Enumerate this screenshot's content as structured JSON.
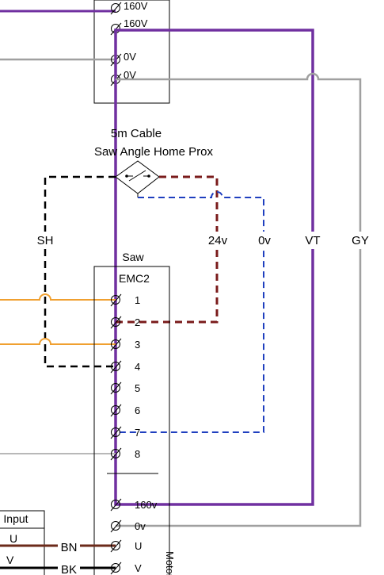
{
  "colors": {
    "violet": "#7030a0",
    "grey": "#a0a0a0",
    "brown": "#7a1b1b",
    "blue": "#1f3fbf",
    "orange": "#f0a030",
    "motor_brown": "#6b2a1a",
    "black": "#000000"
  },
  "top_block": {
    "terminals": [
      "160V",
      "160V",
      "0V",
      "0V"
    ]
  },
  "sensor": {
    "cable_label": "5m Cable",
    "name": "Saw Angle  Home Prox",
    "icon": "proximity-sensor-icon"
  },
  "wires": {
    "sh": "SH",
    "v24": "24v",
    "v0": "0v",
    "vt": "VT",
    "gy": "GY"
  },
  "saw_block": {
    "title": "Saw",
    "module": "EMC2",
    "terminals": [
      "1",
      "2",
      "3",
      "4",
      "5",
      "6",
      "7",
      "8"
    ],
    "supply_terminals": [
      "160v",
      "0v",
      "U",
      "V"
    ],
    "motor_label": "Motor"
  },
  "input_block": {
    "title": "Input",
    "rows": [
      "U",
      "V"
    ],
    "wire_labels": [
      "BN",
      "BK"
    ]
  }
}
